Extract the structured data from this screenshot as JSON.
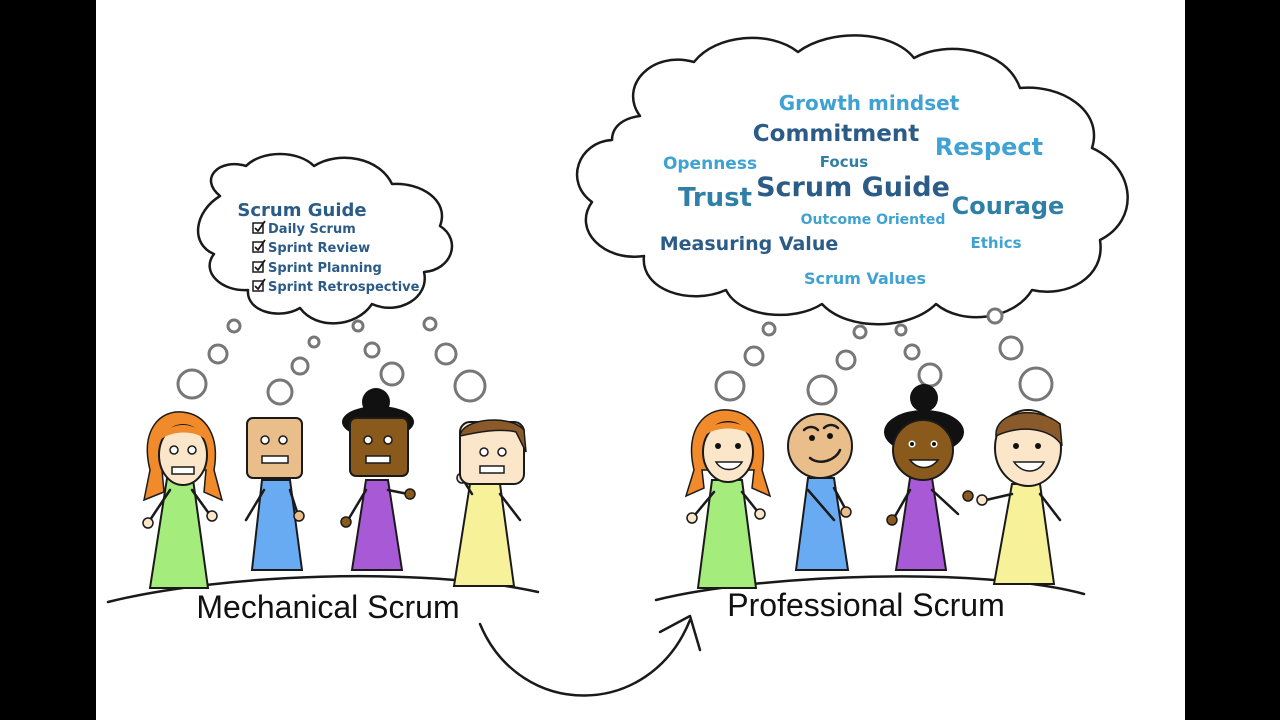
{
  "colors": {
    "dark_blue": "#2b5b87",
    "teal": "#2f7fa6",
    "light_blue": "#3fa2d3",
    "green_dress": "#a4ec7c",
    "blue_dress": "#69abf3",
    "purple_dress": "#a85ad6",
    "yellow_dress": "#f7f29a",
    "orange_hair": "#f08a2a",
    "skin_light": "#fbe6c9",
    "skin_tan": "#e9be8a",
    "skin_dark": "#8a5a1c",
    "hair_brown": "#8b5a2b"
  },
  "left_cloud": {
    "title": "Scrum Guide",
    "items": [
      "Daily Scrum",
      "Sprint Review",
      "Sprint Planning",
      "Sprint Retrospective"
    ]
  },
  "right_cloud": {
    "words": {
      "growth": "Growth mindset",
      "commitment": "Commitment",
      "respect": "Respect",
      "openness": "Openness",
      "focus": "Focus",
      "trust": "Trust",
      "scrum_guide": "Scrum Guide",
      "courage": "Courage",
      "outcome": "Outcome Oriented",
      "measuring": "Measuring Value",
      "ethics": "Ethics",
      "values": "Scrum Values"
    }
  },
  "labels": {
    "left": "Mechanical Scrum",
    "right": "Professional Scrum"
  }
}
